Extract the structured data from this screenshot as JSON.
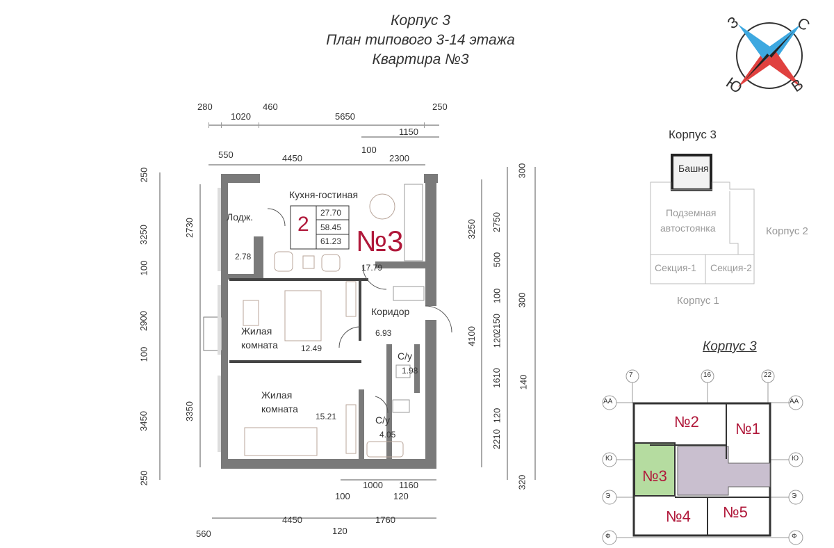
{
  "header": {
    "building": "Корпус 3",
    "plan": "План типового 3-14 этажа",
    "apartment": "Квартира №3"
  },
  "compass": {
    "n": "С",
    "s": "Ю",
    "w": "З",
    "e": "В"
  },
  "dimensions": {
    "top1": [
      "280",
      "1020",
      "460",
      "5650",
      "250"
    ],
    "top2": "1150",
    "top3": [
      "550",
      "4450",
      "100",
      "2300"
    ],
    "left_outer": [
      "250",
      "3250",
      "100",
      "2900",
      "100",
      "3450",
      "250"
    ],
    "left_inner": [
      "2730",
      "3350"
    ],
    "right1": [
      "3250",
      "4100"
    ],
    "right2": [
      "2750",
      "500",
      "100",
      "2150",
      "120",
      "1610",
      "120",
      "2210"
    ],
    "right3": [
      "300",
      "300",
      "140",
      "320"
    ],
    "bottom1": [
      "100",
      "1000",
      "1160",
      "120"
    ],
    "bottom2": [
      "560",
      "4450",
      "120",
      "1760"
    ]
  },
  "rooms": {
    "kitchen": {
      "name": "Кухня-гостиная",
      "area": "17.79"
    },
    "loggia": {
      "name": "Лодж.",
      "area": "2.78"
    },
    "corridor": {
      "name": "Коридор",
      "area": "6.93"
    },
    "room1": {
      "name": "Жилая комната",
      "line1": "Жилая",
      "line2": "комната",
      "area": "12.49"
    },
    "room2": {
      "name": "Жилая комната",
      "line1": "Жилая",
      "line2": "комната",
      "area": "15.21"
    },
    "bath1": {
      "name": "С/у",
      "area": "1.98"
    },
    "bath2": {
      "name": "С/у",
      "area": "4.05"
    }
  },
  "summary": {
    "rooms": "2",
    "living": "27.70",
    "total": "58.45",
    "total_with_loggia": "61.23",
    "number": "№3"
  },
  "site": {
    "title": "Корпус 3",
    "tower": "Башня",
    "parking1": "Подземная",
    "parking2": "автостоянка",
    "sec1": "Секция-1",
    "sec2": "Секция-2",
    "k2": "Корпус 2",
    "k1": "Корпус 1"
  },
  "key": {
    "title": "Корпус 3",
    "axes_top": [
      "7",
      "16",
      "22"
    ],
    "axes_side": [
      "АА",
      "Ю",
      "Э",
      "Ф"
    ],
    "apartments": [
      "№2",
      "№1",
      "№3",
      "№4",
      "№5"
    ]
  },
  "colors": {
    "accent": "#b0183a",
    "wall": "#777777",
    "highlight": "#b5dca0",
    "core": "#c9bfcf"
  }
}
